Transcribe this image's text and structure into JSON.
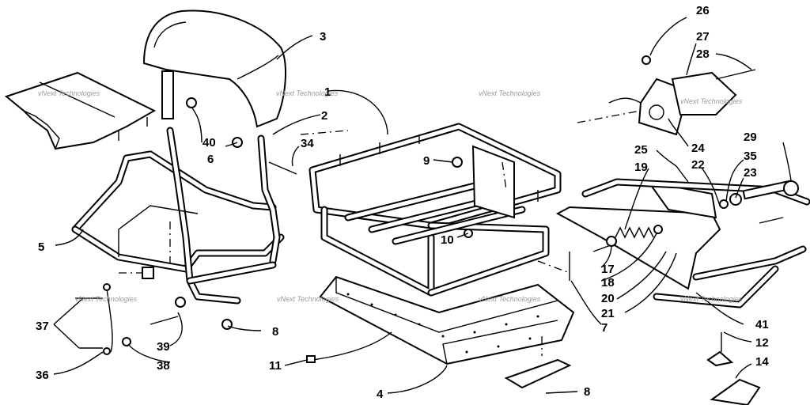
{
  "watermark": "vNext Technologies",
  "callouts": {
    "c1": "1",
    "c2": "2",
    "c3": "3",
    "c4": "4",
    "c5": "5",
    "c6": "6",
    "c7": "7",
    "c8a": "8",
    "c8b": "8",
    "c9": "9",
    "c10": "10",
    "c11": "11",
    "c12": "12",
    "c14": "14",
    "c17": "17",
    "c18": "18",
    "c19": "19",
    "c20": "20",
    "c21": "21",
    "c22": "22",
    "c23": "23",
    "c24": "24",
    "c25": "25",
    "c26": "26",
    "c27": "27",
    "c28": "28",
    "c29": "29",
    "c34": "34",
    "c35": "35",
    "c36": "36",
    "c37": "37",
    "c38": "38",
    "c39": "39",
    "c40": "40",
    "c41": "41"
  }
}
